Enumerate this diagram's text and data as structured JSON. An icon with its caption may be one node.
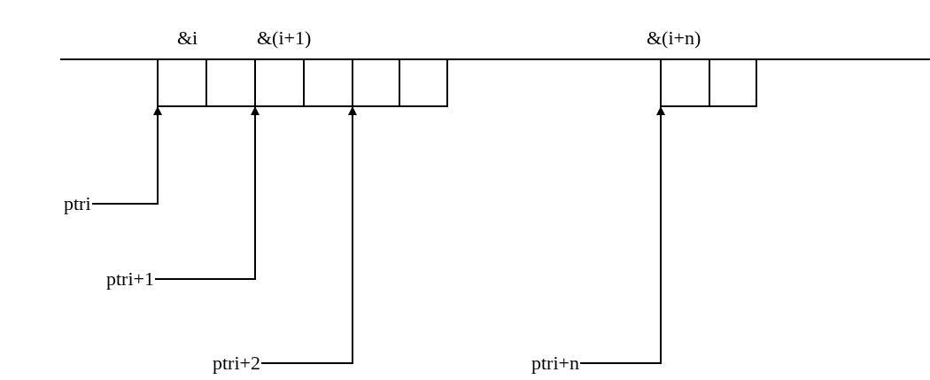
{
  "diagram": {
    "nodes": [
      {
        "text": [],
        "shape": "box"
      },
      {
        "text": [],
        "shape": "box"
      },
      {
        "text": [],
        "shape": "box"
      },
      {
        "text": [],
        "shape": "box"
      },
      {
        "text": [],
        "shape": "box"
      },
      {
        "text": [],
        "shape": "box"
      },
      {
        "text": [],
        "shape": "box"
      },
      {
        "text": [],
        "shape": "box"
      },
      {
        "text": [
          "ptri"
        ]
      },
      {
        "text": [
          "ptri+1"
        ]
      },
      {
        "text": [
          "ptri+2"
        ]
      },
      {
        "text": [
          "ptri+n"
        ]
      }
    ],
    "edges": [
      {
        "from": 8,
        "to": 0,
        "arrow": "to"
      },
      {
        "from": 9,
        "to": 2,
        "arrow": "to"
      },
      {
        "from": 10,
        "to": 4,
        "arrow": "to"
      },
      {
        "from": 11,
        "to": 6,
        "arrow": "to"
      }
    ],
    "labels": [
      "&i",
      "&(i+1)",
      "&(i+n)"
    ]
  }
}
